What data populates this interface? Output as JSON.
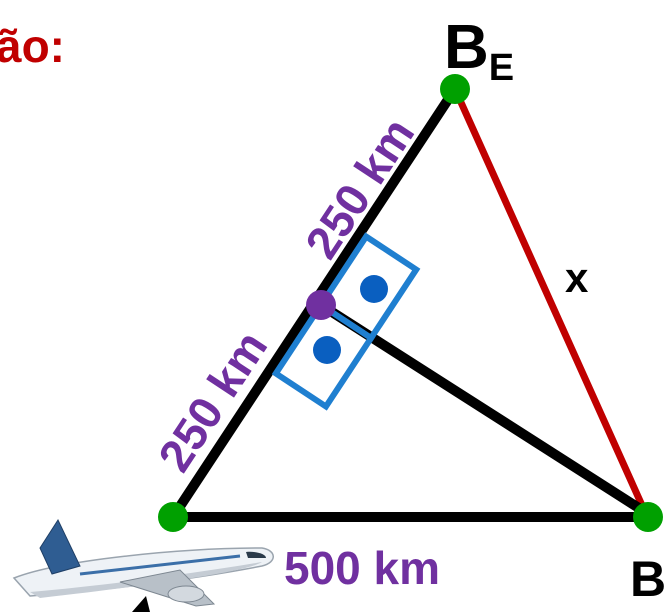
{
  "header": {
    "fragment": "ão:"
  },
  "vertices": {
    "top_label_main": "B",
    "top_label_sub": "E",
    "right_label": "B"
  },
  "labels": {
    "upper_segment": "250 km",
    "lower_segment": "250 km",
    "base": "500 km",
    "unknown_side": "x"
  },
  "colors": {
    "title": "#c00000",
    "triangle": "#000000",
    "red_side": "#c00000",
    "measure_text": "#7030a0",
    "vertex_points": "#00a000",
    "midpoint": "#7030a0",
    "right_angle_box": "#1f7fd0",
    "right_angle_dots": "#0a5fc0"
  },
  "icons": {
    "airplane": "airplane-icon"
  }
}
